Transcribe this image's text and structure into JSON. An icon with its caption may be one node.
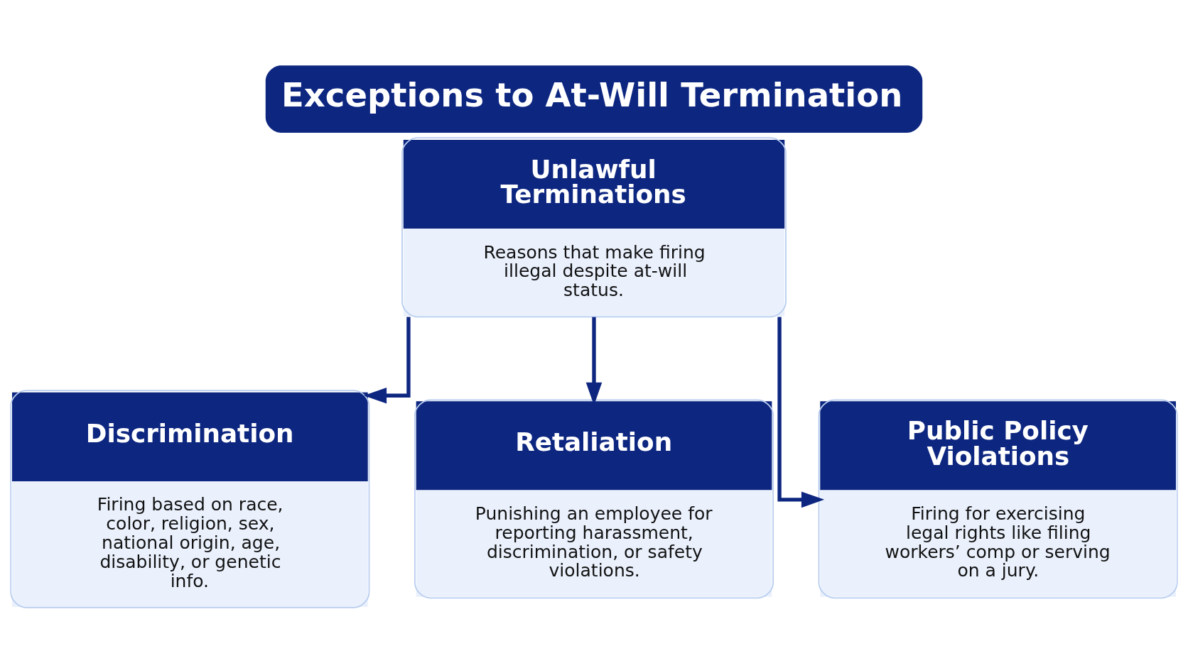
{
  "diagram": {
    "title": "Exceptions to At-Will Termination",
    "nodes": [
      {
        "text": [
          "Unlawful Terminations",
          "Reasons that make firing illegal despite at-will status."
        ]
      },
      {
        "text": [
          "Discrimination",
          "Firing based on race, color, religion, sex, national origin, age, disability, or genetic info."
        ]
      },
      {
        "text": [
          "Retaliation",
          "Punishing an employee for reporting harassment, discrimination, or safety violations."
        ]
      },
      {
        "text": [
          "Public Policy Violations",
          "Firing for exercising legal rights like filing workers’ comp or serving on a jury."
        ]
      }
    ],
    "edges": [
      {
        "from": 0,
        "to": 1,
        "arrow": "to"
      },
      {
        "from": 0,
        "to": 2,
        "arrow": "to"
      },
      {
        "from": 0,
        "to": 3,
        "arrow": "to"
      }
    ]
  }
}
